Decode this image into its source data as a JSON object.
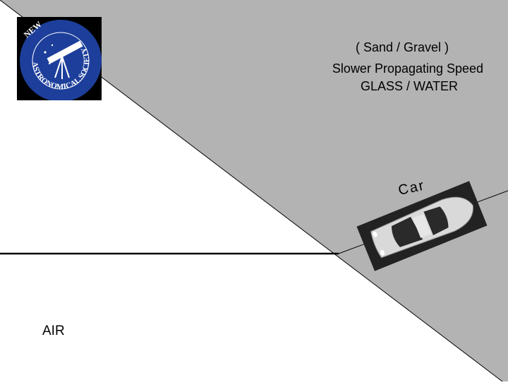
{
  "colors": {
    "medium_fill": "#b3b3b3",
    "background": "#ffffff",
    "line": "#000000",
    "logo_background": "#000000",
    "logo_disc": "#1d3f9b",
    "logo_text": "#ffffff",
    "car_body": "#d9d9d9",
    "car_glass": "#2a2a2a",
    "car_shadow": "#222222"
  },
  "labels": {
    "medium_top": "( Sand / Gravel )",
    "medium_speed": "Slower Propagating Speed",
    "medium_examples": "GLASS / WATER",
    "car": "Car",
    "air": "AIR"
  },
  "logo": {
    "text_top": "NEW",
    "text_ring": "ASTRONOMICAL SOCIETY",
    "icon": "telescope-icon"
  },
  "car": {
    "icon": "car-icon"
  }
}
